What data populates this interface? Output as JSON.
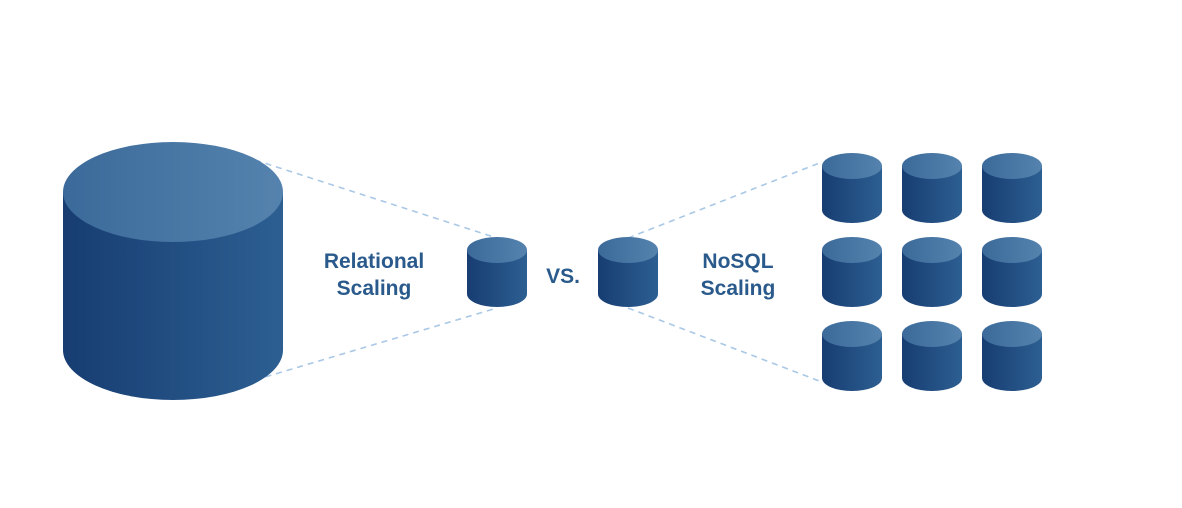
{
  "labels": {
    "relational_line1": "Relational",
    "relational_line2": "Scaling",
    "vs": "VS.",
    "nosql_line1": "NoSQL",
    "nosql_line2": "Scaling"
  },
  "colors": {
    "text": "#2a5a8c",
    "cylinder_body_dark": "#173d72",
    "cylinder_body_light": "#2d5f92",
    "cylinder_top_dark": "#3b6a9a",
    "cylinder_top_light": "#5583ae",
    "dashed_line": "#a9c8e6",
    "background": "#ffffff"
  },
  "icons": {
    "large_database": "database-cylinder-icon",
    "small_database": "database-cylinder-icon"
  },
  "nosql_grid": {
    "rows": 3,
    "columns": 3
  }
}
